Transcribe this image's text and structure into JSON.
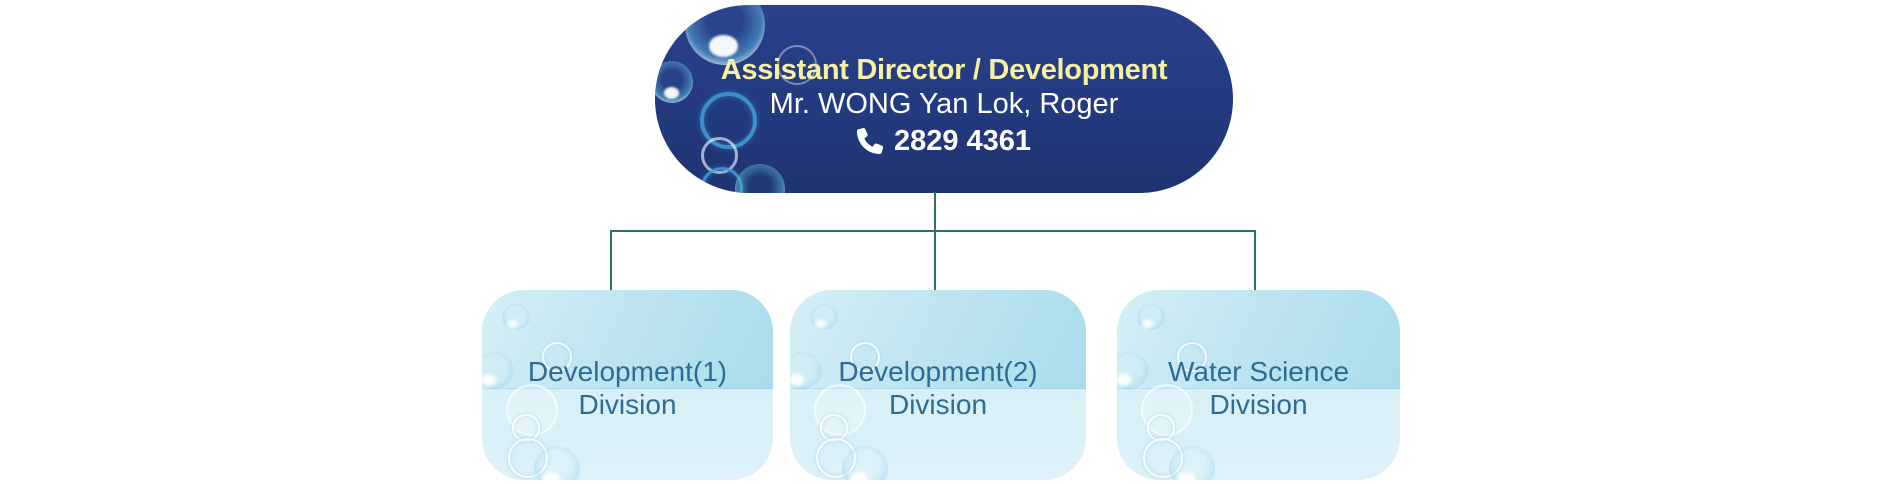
{
  "org_chart": {
    "root": {
      "title": "Assistant Director / Development",
      "person": "Mr. WONG Yan Lok, Roger",
      "phone": "2829 4361"
    },
    "divisions": [
      {
        "line1": "Development(1)",
        "line2": "Division"
      },
      {
        "line1": "Development(2)",
        "line2": "Division"
      },
      {
        "line1": "Water Science",
        "line2": "Division"
      }
    ]
  },
  "icons": {
    "phone": "phone-icon"
  },
  "colors": {
    "root_background": "#233a80",
    "root_title_text": "#f5f1a0",
    "root_body_text": "#ffffff",
    "connector_line": "#2a746c",
    "division_text": "#2d6c97",
    "division_band_top": "#b9e2ef",
    "division_band_bottom": "#daf0f8"
  }
}
